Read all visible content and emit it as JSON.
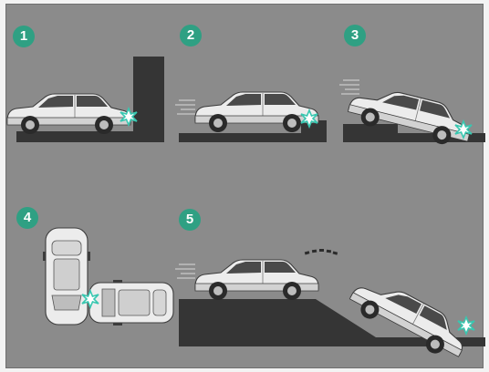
{
  "figure": {
    "panels": [
      {
        "number": "1",
        "scenario": "front-collision-with-wall"
      },
      {
        "number": "2",
        "scenario": "front-collision-with-obstacle-while-moving"
      },
      {
        "number": "3",
        "scenario": "front-collision-with-curb-step"
      },
      {
        "number": "4",
        "scenario": "side-impact-t-bone"
      },
      {
        "number": "5",
        "scenario": "vehicle-falls-from-ledge"
      }
    ]
  },
  "colors": {
    "background": "#8b8b8b",
    "ground": "#353535",
    "badge": "#2fa083",
    "car_body": "#e9e9e9",
    "impact": "#38c7b0"
  },
  "icons": [
    "car-side-icon",
    "car-top-icon",
    "impact-burst-icon",
    "motion-lines-icon",
    "tumble-arc-icon"
  ]
}
